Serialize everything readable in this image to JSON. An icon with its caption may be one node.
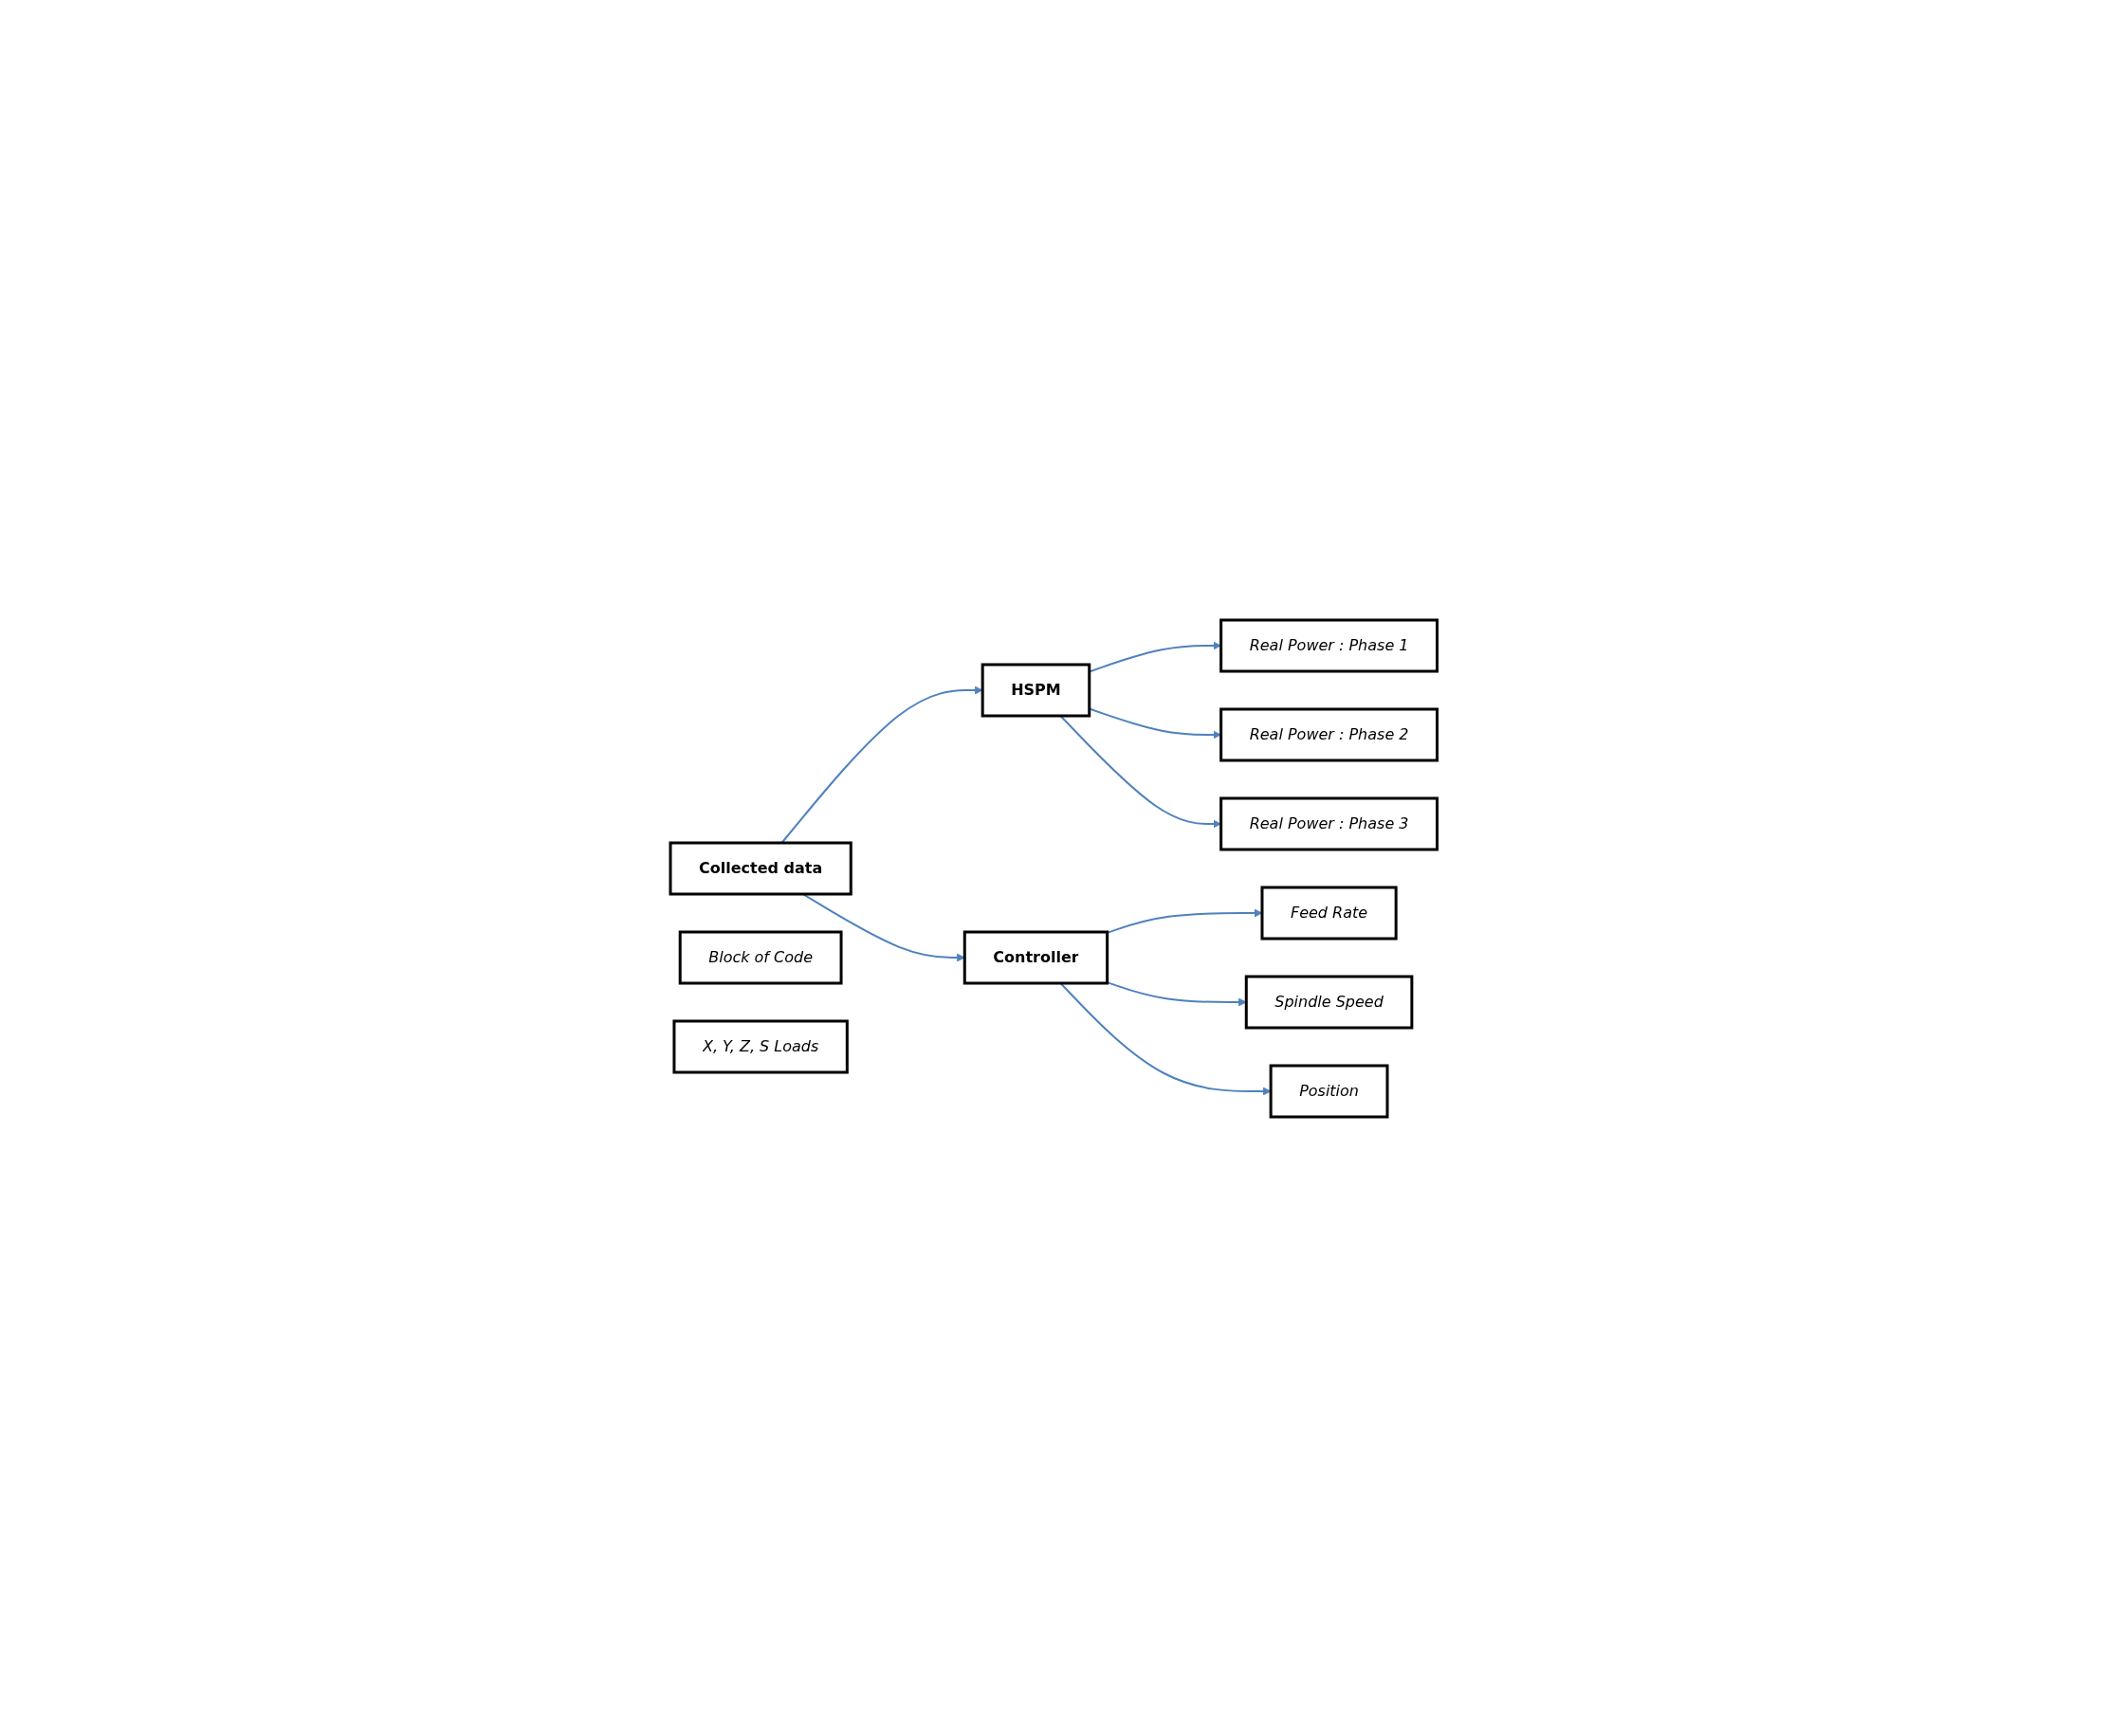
{
  "diagram": {
    "nodes": [
      {
        "text": [
          "Collected data"
        ]
      },
      {
        "text": [
          "HSPM"
        ]
      },
      {
        "text": [
          "Real Power : Phase 1"
        ]
      },
      {
        "text": [
          "Real Power : Phase 2"
        ]
      },
      {
        "text": [
          "Real Power : Phase 3"
        ]
      },
      {
        "text": [
          "Controller"
        ]
      },
      {
        "text": [
          "Block of Code"
        ]
      },
      {
        "text": [
          "Feed Rate"
        ]
      },
      {
        "text": [
          "Spindle Speed"
        ]
      },
      {
        "text": [
          "Position"
        ]
      },
      {
        "text": [
          "X, Y, Z, S Loads"
        ]
      }
    ],
    "edges": [
      {
        "from": 0,
        "to": 1,
        "arrow": "to"
      },
      {
        "from": 0,
        "to": 5,
        "arrow": "to"
      },
      {
        "from": 1,
        "to": 2,
        "arrow": "to"
      },
      {
        "from": 1,
        "to": 3,
        "arrow": "to"
      },
      {
        "from": 1,
        "to": 4,
        "arrow": "to"
      },
      {
        "from": 5,
        "to": 7,
        "arrow": "to"
      },
      {
        "from": 5,
        "to": 8,
        "arrow": "to"
      },
      {
        "from": 5,
        "to": 9,
        "arrow": "to"
      }
    ]
  }
}
